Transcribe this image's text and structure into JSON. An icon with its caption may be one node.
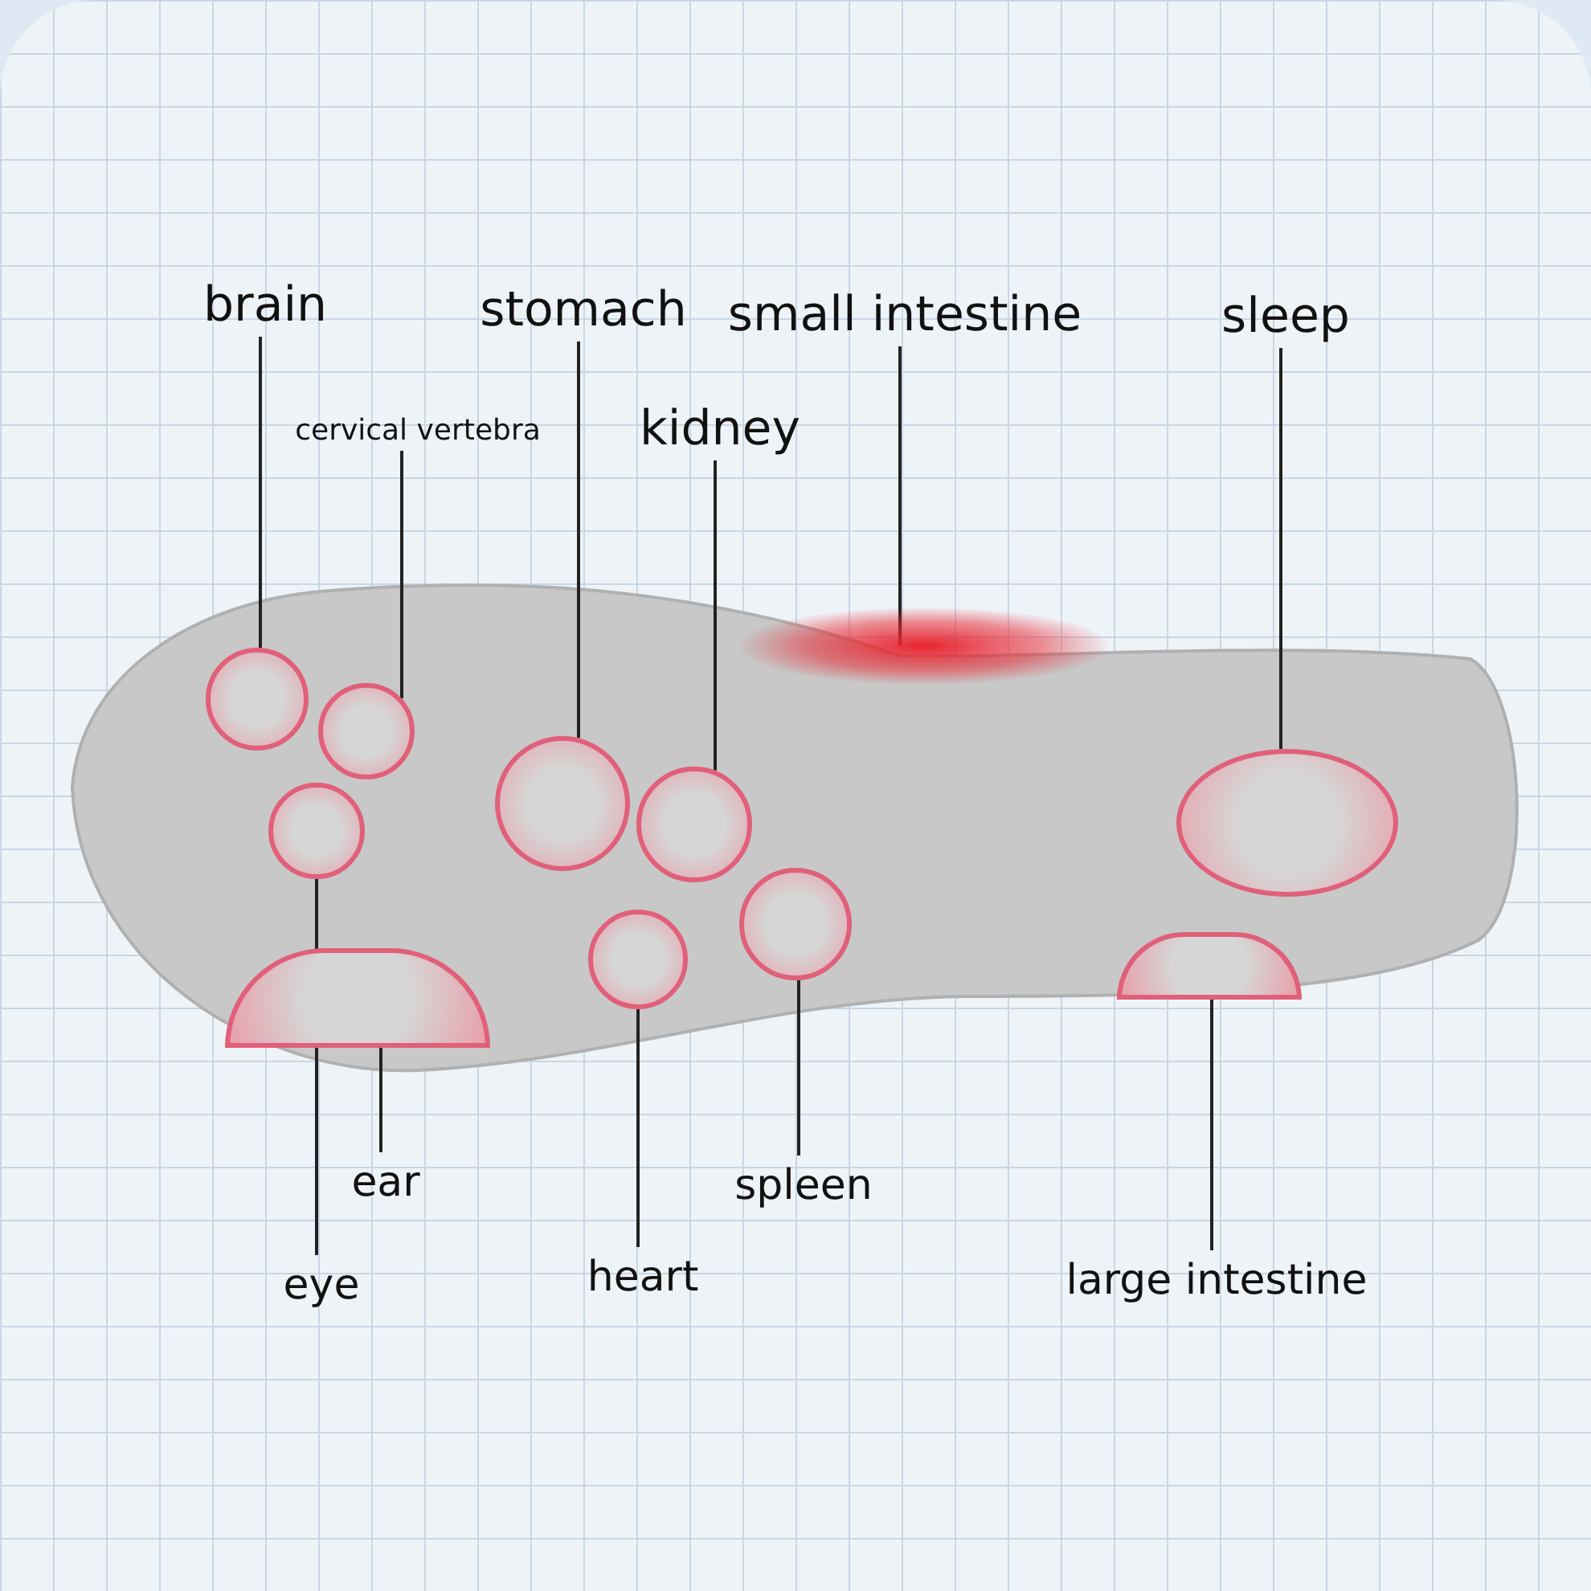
{
  "diagram": {
    "nodes": [
      {
        "text": [
          "brain"
        ]
      },
      {
        "text": [
          "stomach"
        ]
      },
      {
        "text": [
          "small intestine"
        ]
      },
      {
        "text": [
          "sleep"
        ]
      },
      {
        "text": [
          "cervical vertebra"
        ]
      },
      {
        "text": [
          "kidney"
        ]
      },
      {
        "text": [
          "ear"
        ]
      },
      {
        "text": [
          "spleen"
        ]
      },
      {
        "text": [
          "eye"
        ]
      },
      {
        "text": [
          "heart"
        ]
      },
      {
        "text": [
          "large intestine"
        ]
      },
      {
        "text": [],
        "shape": "circle"
      },
      {
        "text": [],
        "shape": "circle"
      },
      {
        "text": [],
        "shape": "circle"
      },
      {
        "text": [],
        "shape": "circle"
      },
      {
        "text": [],
        "shape": "circle"
      },
      {
        "text": [],
        "shape": "circle"
      },
      {
        "text": [],
        "shape": "circle"
      },
      {
        "text": [],
        "shape": "circle"
      },
      {
        "text": [],
        "shape": "band"
      },
      {
        "text": [],
        "shape": "circle"
      },
      {
        "text": [],
        "shape": "circle"
      }
    ],
    "edges": [
      {
        "from": 0,
        "to": 11,
        "arrow": "none"
      },
      {
        "from": 1,
        "to": 15,
        "arrow": "none"
      },
      {
        "from": 2,
        "to": 19,
        "arrow": "none"
      },
      {
        "from": 3,
        "to": 21,
        "arrow": "none"
      },
      {
        "from": 4,
        "to": 14,
        "arrow": "none"
      },
      {
        "from": 5,
        "to": 17,
        "arrow": "none"
      },
      {
        "from": 6,
        "to": 13,
        "arrow": "none"
      },
      {
        "from": 7,
        "to": 18,
        "arrow": "none"
      },
      {
        "from": 8,
        "to": 12,
        "arrow": "none"
      },
      {
        "from": 9,
        "to": 16,
        "arrow": "none"
      },
      {
        "from": 10,
        "to": 20,
        "arrow": "none"
      }
    ]
  }
}
